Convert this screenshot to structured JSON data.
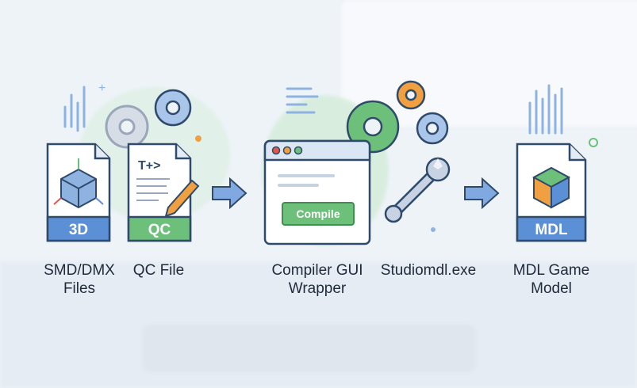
{
  "nodes": {
    "smd": {
      "badge": "3D",
      "label_line1": "SMD/DMX",
      "label_line2": "Files"
    },
    "qc": {
      "badge": "QC",
      "doc_text": "T+>",
      "label_line1": "QC File"
    },
    "compiler": {
      "button": "Compile",
      "label_line1": "Compiler GUI",
      "label_line2": "Wrapper"
    },
    "studiomdl": {
      "label_line1": "Studiomdl.exe"
    },
    "mdl": {
      "badge": "MDL",
      "label_line1": "MDL Game",
      "label_line2": "Model"
    }
  },
  "colors": {
    "outline": "#2f4a6b",
    "blue_badge": "#5b8fd6",
    "green_badge": "#6cc07a",
    "arrow": "#5b8fd6",
    "gear_blue": "#8fb3e0",
    "gear_green": "#6cc07a",
    "gear_orange": "#f0a040"
  },
  "icons": [
    "cube-icon",
    "pencil-icon",
    "gear-icon",
    "wrench-icon",
    "arrow-right-icon",
    "window-dots-icon"
  ]
}
